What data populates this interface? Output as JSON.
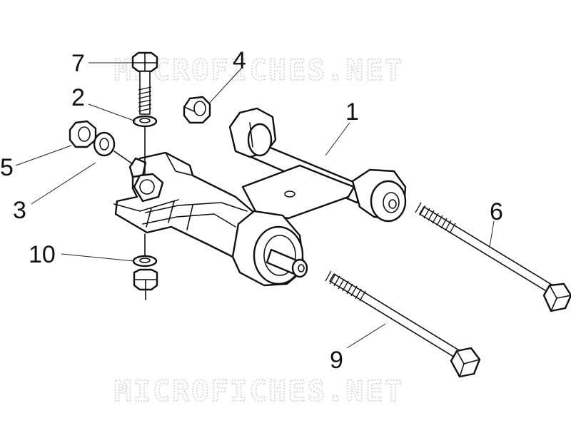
{
  "watermark": {
    "top_text": "MICROFICHES.NET",
    "bottom_text": "MICROFICHES.NET",
    "color": "#d9d9d9"
  },
  "callouts": [
    {
      "id": "c1",
      "label": "1"
    },
    {
      "id": "c2",
      "label": "2"
    },
    {
      "id": "c3",
      "label": "3"
    },
    {
      "id": "c4",
      "label": "4"
    },
    {
      "id": "c5",
      "label": "5"
    },
    {
      "id": "c6",
      "label": "6"
    },
    {
      "id": "c7",
      "label": "7"
    },
    {
      "id": "c9",
      "label": "9"
    },
    {
      "id": "c10",
      "label": "10"
    }
  ],
  "colors": {
    "line": "#111111",
    "background": "#ffffff"
  }
}
